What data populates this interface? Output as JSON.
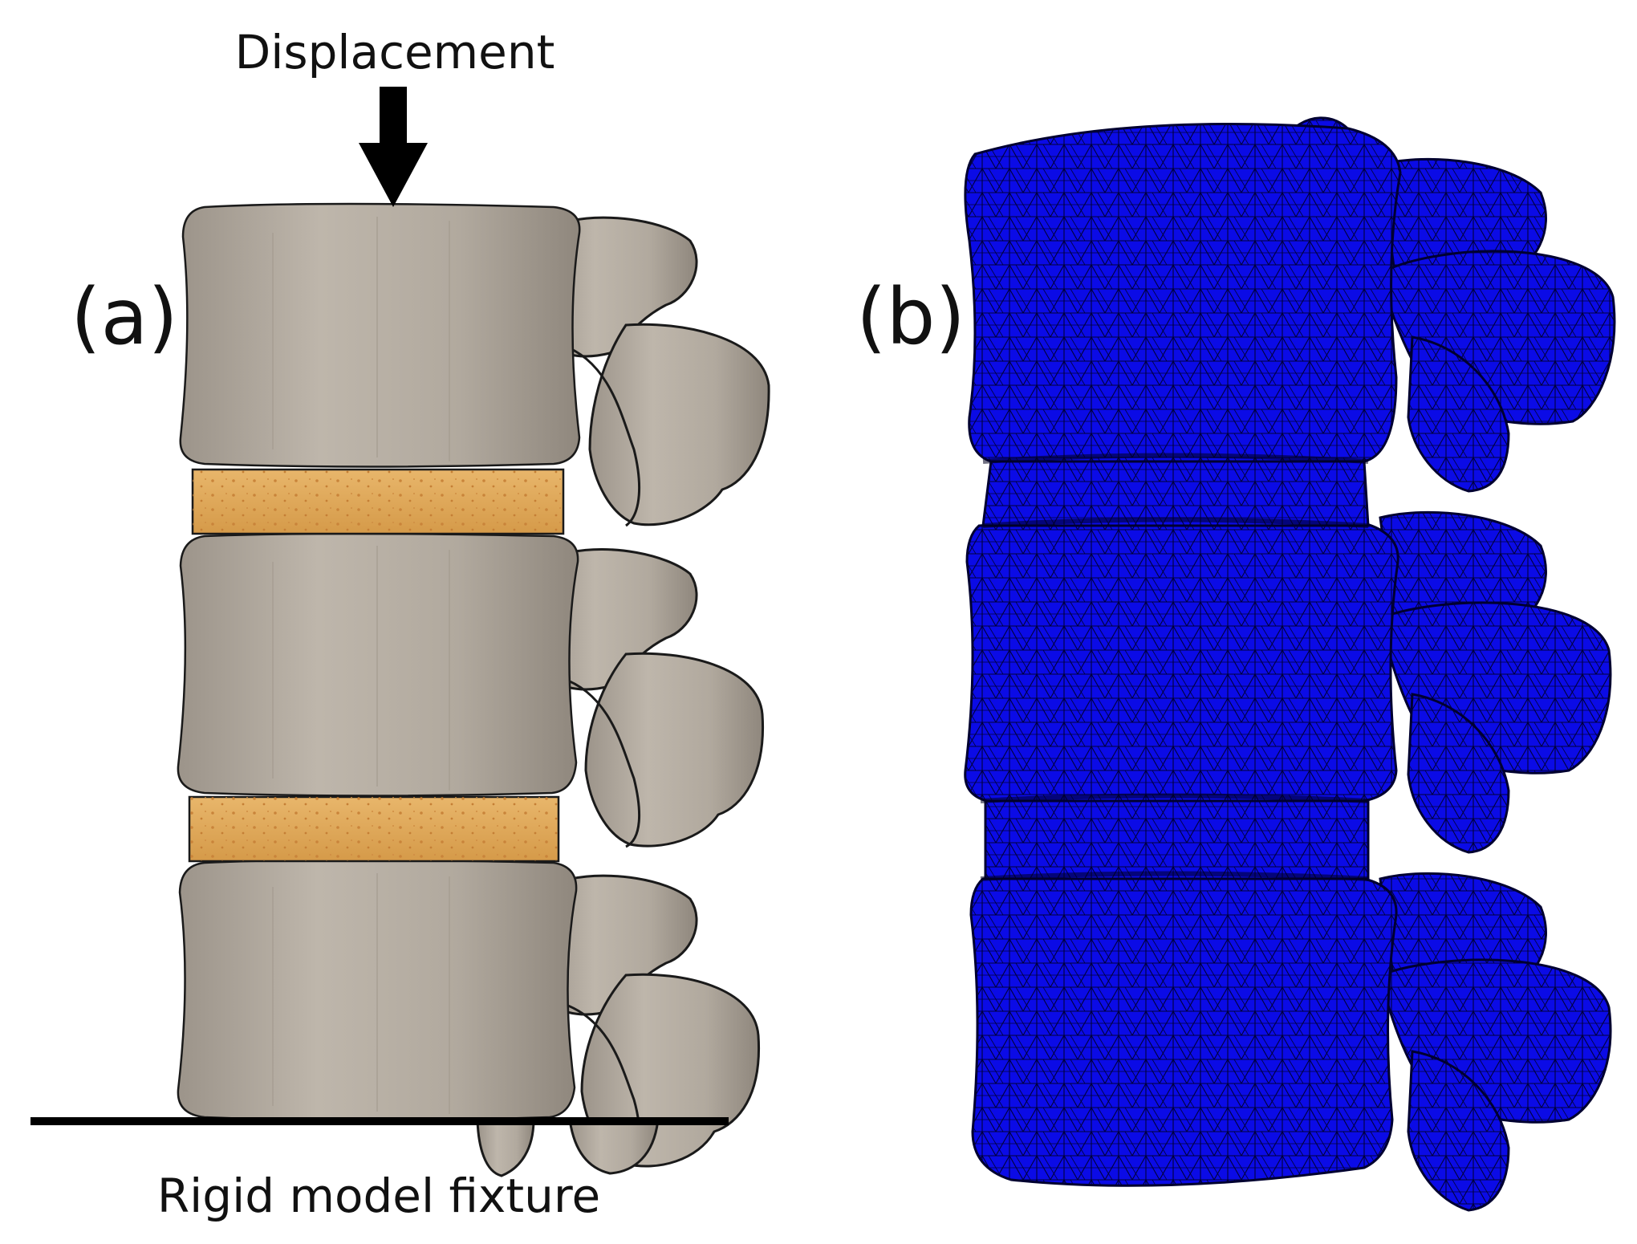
{
  "panels": [
    {
      "id": "a",
      "label": "(a)",
      "kind": "rendered-model"
    },
    {
      "id": "b",
      "label": "(b)",
      "kind": "finite-element-mesh"
    }
  ],
  "annotations": {
    "displacement": "Displacement",
    "fixture": "Rigid model fixture"
  },
  "colors": {
    "bone": "#b3aa9f",
    "bone_dark": "#8d857b",
    "disc": "#e1a95a",
    "mesh": "#0b0be6",
    "mesh_line": "#000038",
    "ink": "#000000"
  }
}
